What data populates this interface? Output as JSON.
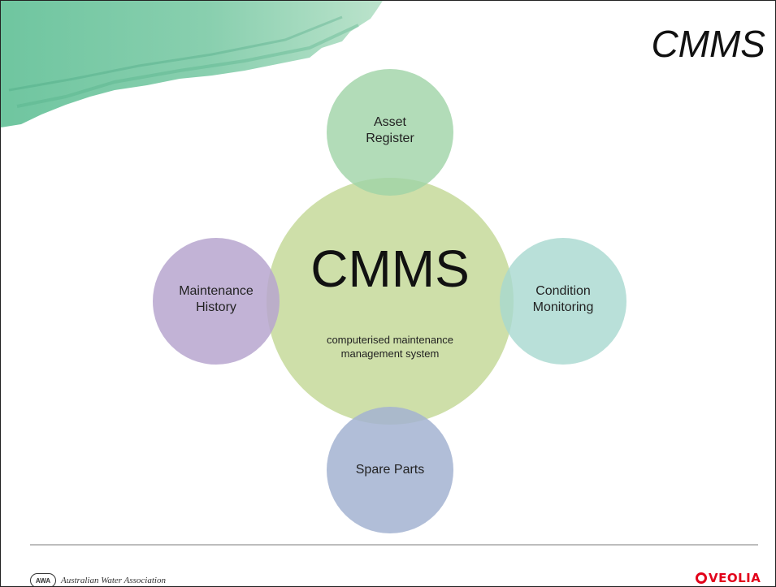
{
  "slide": {
    "title": "CMMS"
  },
  "diagram": {
    "center": {
      "title": "CMMS",
      "subtitle_lines": [
        "computerised maintenance",
        "management system"
      ],
      "color": "#c5d99a"
    },
    "nodes": {
      "top": {
        "lines": [
          "Asset",
          "Register"
        ],
        "color": "#9fd3a6"
      },
      "right": {
        "lines": [
          "Condition",
          "Monitoring"
        ],
        "color": "#a8d8cf"
      },
      "bottom": {
        "lines": [
          "Spare Parts"
        ],
        "color": "#a3b3d1"
      },
      "left": {
        "lines": [
          "Maintenance",
          "History"
        ],
        "color": "#b7a6cf"
      }
    }
  },
  "footer": {
    "awa_badge": "AWA",
    "awa_text": "Australian Water Association",
    "veolia_text": "VEOLIA"
  },
  "colors": {
    "brush": "#6fc3a0",
    "veolia_red": "#e2001a"
  }
}
